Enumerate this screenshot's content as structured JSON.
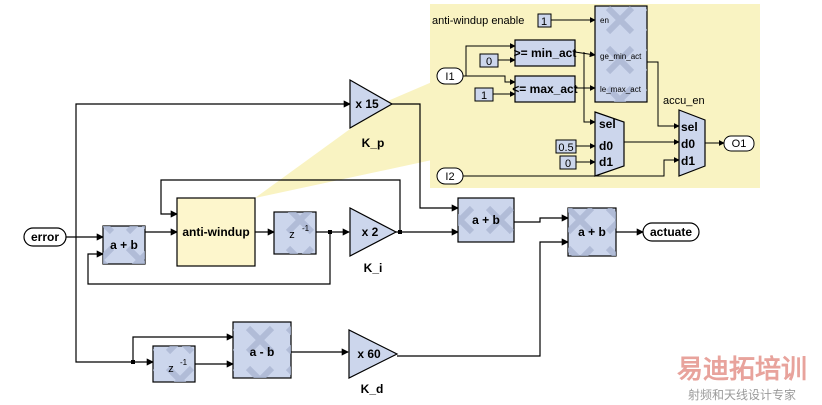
{
  "ports": {
    "error": "error",
    "actuate": "actuate",
    "i1": "I1",
    "i2": "I2",
    "o1": "O1"
  },
  "blocks": {
    "adder_error": "a + b",
    "anti_windup": "anti-windup",
    "delay_i": "z",
    "delay_i_exp": "-1",
    "gain_i": "x 2",
    "gain_i_label": "K_i",
    "gain_p": "x 15",
    "gain_p_label": "K_p",
    "adder_pi": "a + b",
    "adder_out": "a + b",
    "delay_d": "z",
    "delay_d_exp": "-1",
    "sub_d": "a - b",
    "gain_d": "x 60",
    "gain_d_label": "K_d"
  },
  "detail": {
    "enable_label": "anti-windup enable",
    "enable_const": "1",
    "const_zero": "0",
    "const_one": "1",
    "cmp_ge": ">= min_act",
    "cmp_le": "<= max_act",
    "logic_port_en": "en",
    "logic_port_ge": "ge_min_act",
    "logic_port_le": "le_max_act",
    "mux1_sel": "sel",
    "mux1_d0": "d0",
    "mux1_d1": "d1",
    "const_half": "0.5",
    "const_zero2": "0",
    "accu_label": "accu_en",
    "mux2_sel": "sel",
    "mux2_d0": "d0",
    "mux2_d1": "d1"
  },
  "watermark": {
    "title": "易迪拓培训",
    "subtitle": "射频和天线设计专家"
  },
  "colors": {
    "block_fill": "#ccd6ec",
    "anti_windup_fill": "#fdf6cc",
    "detail_bg": "#f9f3c2",
    "watermark_red": "#e8a39c",
    "watermark_gray": "#9a9a9a"
  }
}
